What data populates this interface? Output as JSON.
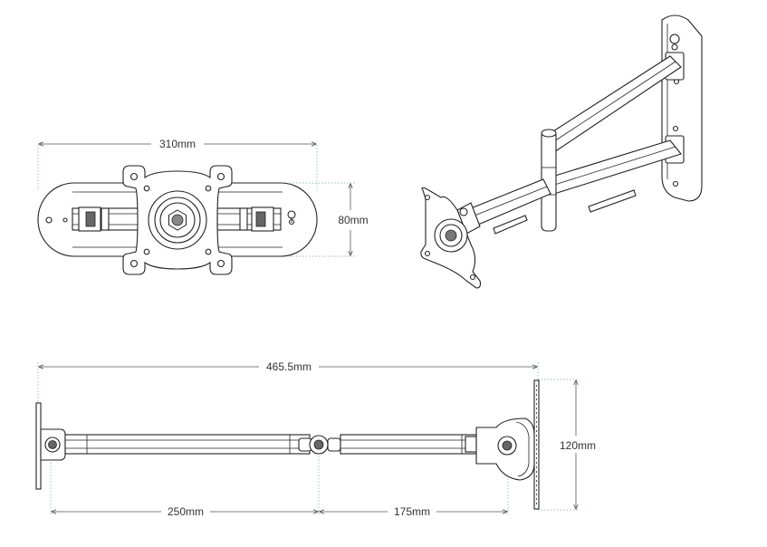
{
  "dimensions": {
    "top_width": "310mm",
    "top_height": "80mm",
    "total_length": "465.5mm",
    "plate_height": "120mm",
    "arm1": "250mm",
    "arm2": "175mm"
  },
  "colors": {
    "line": "#222222",
    "dimension": "#555555",
    "extension": "#77aaaa",
    "background": "#ffffff"
  }
}
